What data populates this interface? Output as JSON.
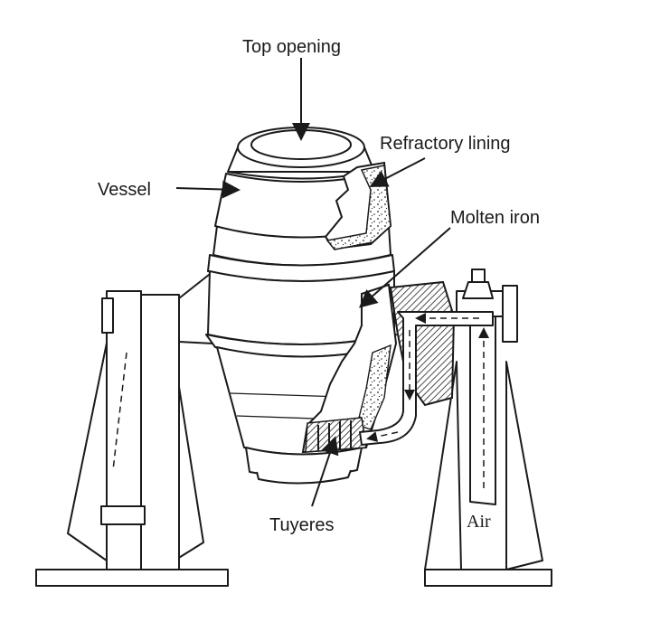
{
  "labels": {
    "top_opening": "Top opening",
    "refractory_lining": "Refractory lining",
    "vessel": "Vessel",
    "molten_iron": "Molten iron",
    "tuyeres": "Tuyeres",
    "air": "Air"
  }
}
